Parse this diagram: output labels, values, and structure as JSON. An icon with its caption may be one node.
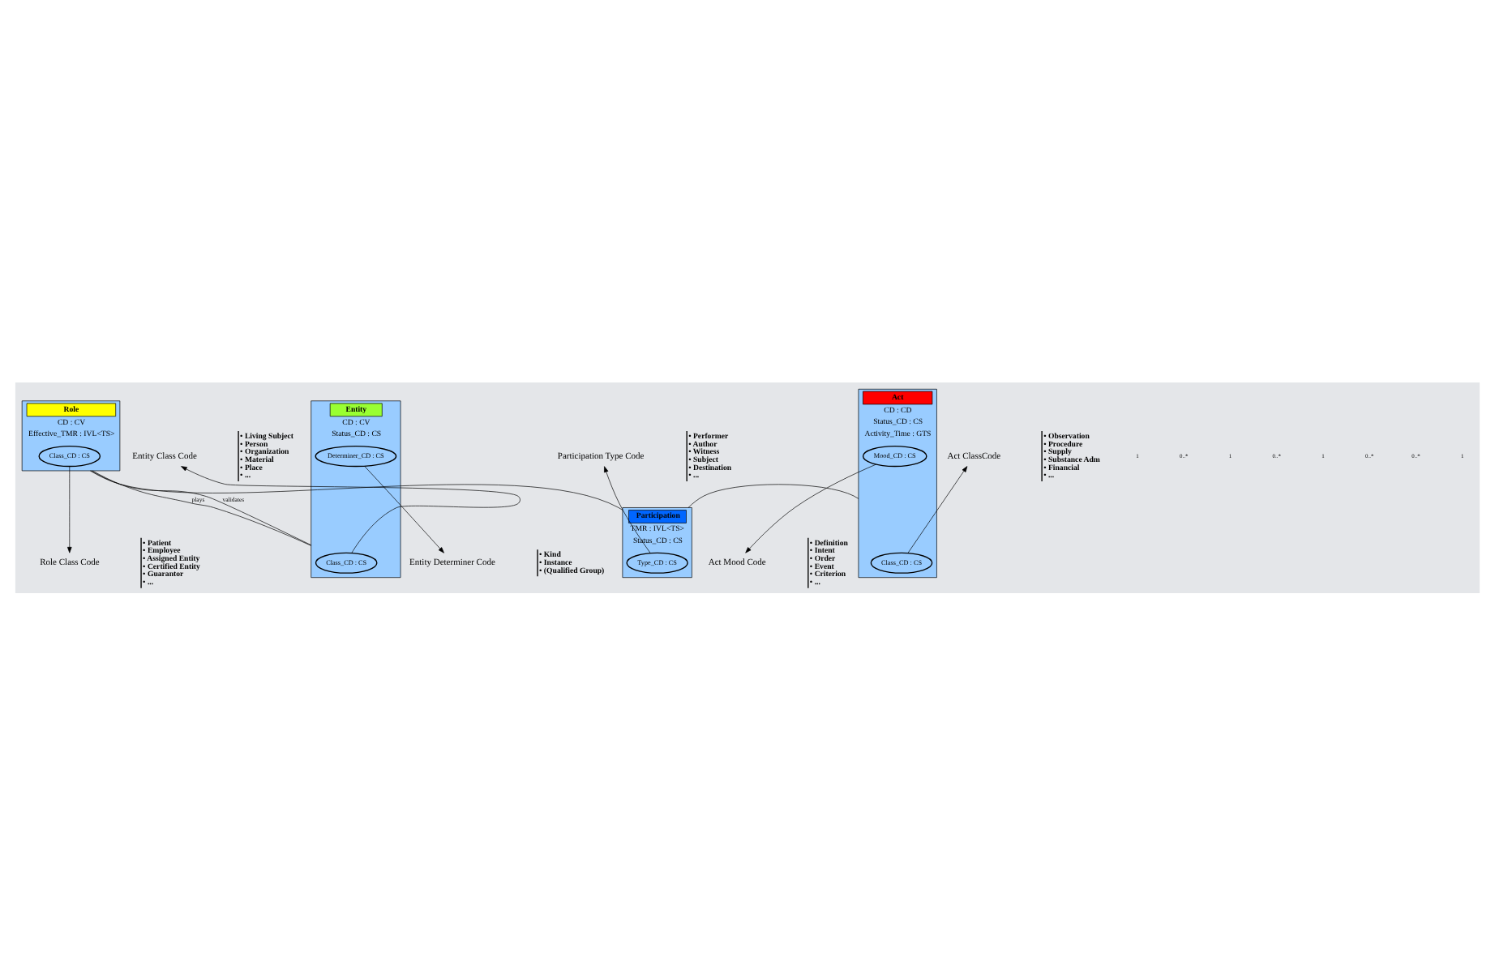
{
  "diagram": {
    "nodes": [
      {
        "text": [
          "Entity",
          "CD : CV",
          "Status_CD : CS"
        ]
      },
      {
        "text": [
          "Class_CD : CS"
        ],
        "in": 0
      },
      {
        "text": [
          "Determiner_CD : CS"
        ],
        "in": 0
      },
      {
        "text": [
          "Role",
          "CD : CV",
          "Effective_TMR : IVL<TS>"
        ]
      },
      {
        "text": [
          "Class_CD : CS"
        ],
        "in": 3
      },
      {
        "text": [
          "Participation",
          "TMR : IVL<TS>",
          "Status_CD : CS"
        ]
      },
      {
        "text": [
          "Type_CD : CS"
        ],
        "in": 5
      },
      {
        "text": [
          "Act",
          "CD : CD",
          "Status_CD : CS",
          "Activity_Time : GTS"
        ]
      },
      {
        "text": [
          "Class_CD : CS"
        ],
        "in": 7
      },
      {
        "text": [
          "Mood_CD : CS"
        ],
        "in": 7
      },
      {
        "text": [
          "Entity Class Code"
        ],
        "beside": [
          "• Living Subject",
          "• Person",
          "• Organization",
          "• Material",
          "• Place",
          "• ..."
        ]
      },
      {
        "text": [
          "Entity Determiner Code"
        ],
        "beside": [
          "• Kind",
          "• Instance",
          "• (Qualified Group)"
        ]
      },
      {
        "text": [
          "Role Class Code"
        ],
        "beside": [
          "• Patient",
          "• Employee",
          "• Assigned Entity",
          "• Certified Entity",
          "• Guarantor",
          "• ..."
        ]
      },
      {
        "text": [
          "Participation Type Code"
        ],
        "beside": [
          "• Performer",
          "• Author",
          "• Witness",
          "• Subject",
          "• Destination",
          "• ..."
        ]
      },
      {
        "text": [
          "Act ClassCode"
        ],
        "beside": [
          "• Observation",
          "• Procedure",
          "• Supply",
          "• Substance Adm",
          "• Financial",
          "• ..."
        ]
      },
      {
        "text": [
          "Act Mood Code"
        ],
        "beside": [
          "• Definition",
          "• Intent",
          "• Order",
          "• Event",
          "• Criterion",
          "• ..."
        ]
      }
    ],
    "edges": [
      {
        "from": 0,
        "to": 3,
        "arrow": "none",
        "label": "plays"
      },
      {
        "from": 0,
        "to": 3,
        "arrow": "none",
        "label": "validates"
      },
      {
        "from": 3,
        "to": 5,
        "arrow": "none"
      },
      {
        "from": 5,
        "to": 7,
        "arrow": "none"
      },
      {
        "from": 1,
        "to": 10,
        "arrow": "to"
      },
      {
        "from": 2,
        "to": 11,
        "arrow": "to"
      },
      {
        "from": 4,
        "to": 12,
        "arrow": "to"
      },
      {
        "from": 6,
        "to": 13,
        "arrow": "to"
      },
      {
        "from": 8,
        "to": 14,
        "arrow": "to"
      },
      {
        "from": 9,
        "to": 15,
        "arrow": "to"
      }
    ],
    "labels": [
      "1",
      "0..*",
      "1",
      "0..*",
      "1",
      "0..*",
      "0..*",
      "1"
    ]
  }
}
